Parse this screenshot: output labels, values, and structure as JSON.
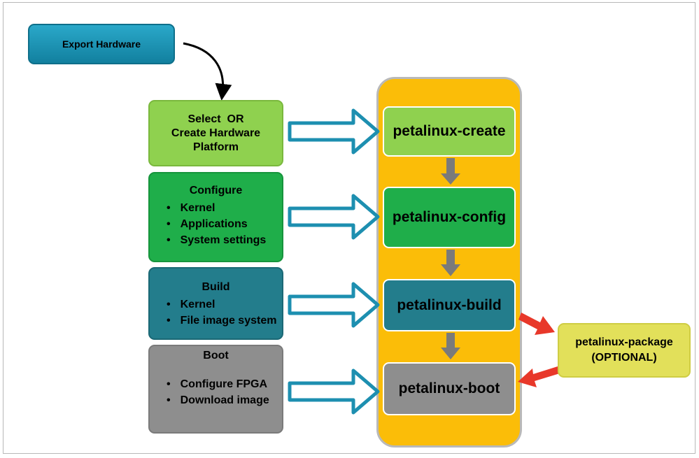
{
  "export_box": {
    "label": "Export Hardware"
  },
  "left_steps": [
    {
      "lines": [
        "Select  OR",
        "Create Hardware",
        "Platform"
      ]
    },
    {
      "title": "Configure",
      "items": [
        "Kernel",
        "Applications",
        "System settings"
      ]
    },
    {
      "title": "Build",
      "items": [
        "Kernel",
        "File image system"
      ]
    },
    {
      "title": "Boot",
      "items": [
        "Configure FPGA",
        "Download image"
      ]
    }
  ],
  "commands": [
    "petalinux-create",
    "petalinux-config",
    "petalinux-build",
    "petalinux-boot"
  ],
  "package_box": {
    "line1": "petalinux-package",
    "line2": "(OPTIONAL)"
  },
  "colors": {
    "export": "#1a93b5",
    "select": "#8fd14f",
    "configure": "#1fae4a",
    "build": "#237d8c",
    "boot": "#8e8e8e",
    "bar": "#fbbd08",
    "package": "#e2e05a",
    "hollow_arrow": "#1d8fb0",
    "red_arrow": "#e8382a",
    "gray_arrow": "#7a7a7a"
  }
}
